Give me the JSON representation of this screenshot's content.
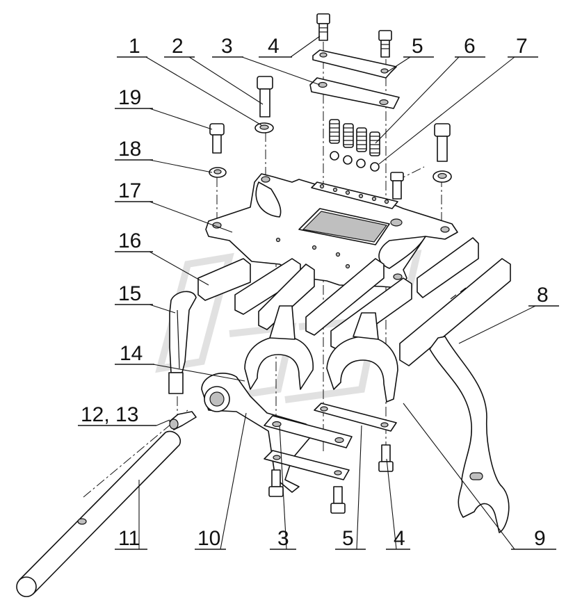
{
  "callouts": {
    "c1": "1",
    "c2": "2",
    "c3_top": "3",
    "c4_top": "4",
    "c5_top": "5",
    "c6": "6",
    "c7": "7",
    "c8": "8",
    "c9": "9",
    "c10": "10",
    "c11": "11",
    "c12_13": "12, 13",
    "c14": "14",
    "c15": "15",
    "c16": "16",
    "c17": "17",
    "c18": "18",
    "c19": "19",
    "c3_bottom": "3",
    "c4_bottom": "4",
    "c5_bottom": "5"
  },
  "colors": {
    "line": "#111111",
    "background": "#ffffff",
    "shade": "#bfbfbf",
    "watermark": "#c8c8c8"
  }
}
